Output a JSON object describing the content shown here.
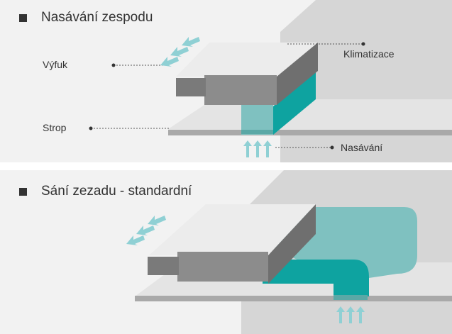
{
  "top_panel": {
    "title": "Nasávání zespodu",
    "labels": {
      "exhaust": "Výfuk",
      "air_conditioner": "Klimatizace",
      "ceiling": "Strop",
      "intake": "Nasávání"
    }
  },
  "bottom_panel": {
    "title": "Sání zezadu - standardní"
  },
  "colors": {
    "panel_background": "#f2f2f2",
    "wall": "#d4d4d4",
    "ceiling_slab": "#c8c8c8",
    "unit_top": "#ececec",
    "unit_side": "#8c8c8c",
    "teal_duct": "#0ea3a0",
    "teal_duct_light": "#7fc1c0",
    "airflow_arrow": "#8fd0d4",
    "text": "#333333"
  },
  "icons": {
    "bullet": "square-bullet-icon",
    "airflow": "airflow-arrow-icon"
  }
}
